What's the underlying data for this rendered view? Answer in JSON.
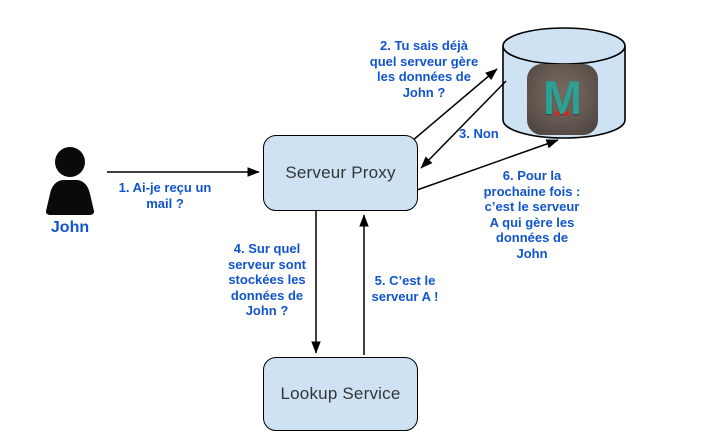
{
  "diagram": {
    "actor": {
      "name": "John"
    },
    "nodes": {
      "proxy": {
        "label": "Serveur Proxy"
      },
      "lookup": {
        "label": "Lookup Service"
      },
      "cache": {
        "logo_letter": "M",
        "shape": "database-cylinder"
      }
    },
    "messages": {
      "m1": "1. Ai-je reçu un\nmail ?",
      "m2": "2. Tu sais déjà\nquel serveur gère\nles données de\nJohn ?",
      "m3": "3. Non",
      "m4": "4. Sur quel\nserveur sont\nstockées les\ndonnées de\nJohn ?",
      "m5": "5. C’est le\nserveur A !",
      "m6": "6. Pour la\nprochaine fois :\nc’est le serveur\nA qui gère les\ndonnées de\nJohn"
    },
    "colors": {
      "node_fill": "#cfe2f3",
      "node_border": "#000000",
      "message_text": "#1155cc",
      "node_text": "#333639",
      "logo_teal": "#2d9f95",
      "logo_background": "#5c524a",
      "logo_dot_red": "#d42a24",
      "actor_silhouette": "#0a0a0a"
    }
  }
}
